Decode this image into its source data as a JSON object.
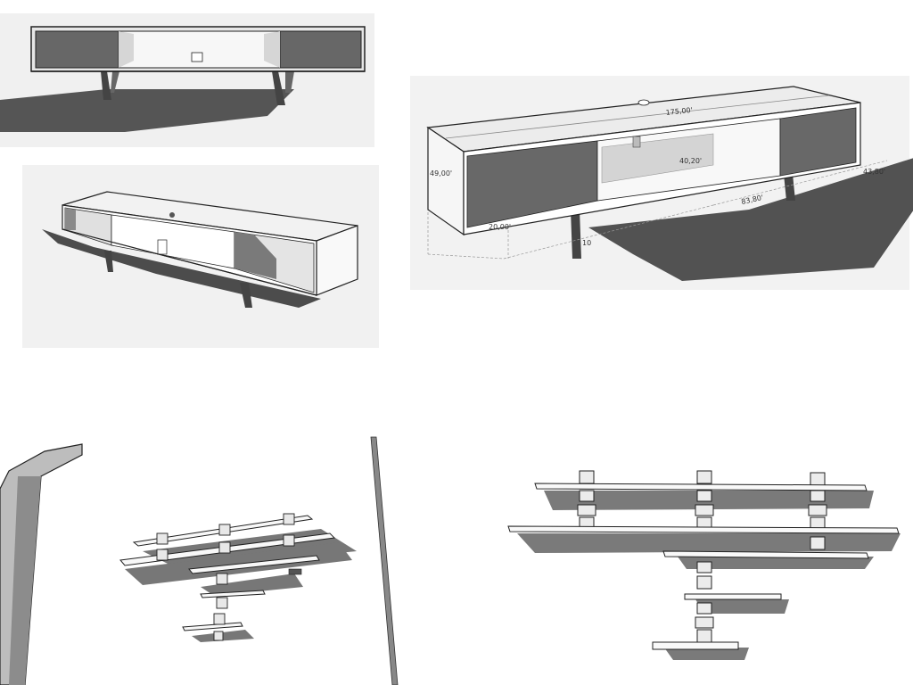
{
  "colors": {
    "background": "#ffffff",
    "surface": "#eeeeee",
    "panel_dark": "#666666",
    "shadow": "#545454",
    "outline": "#222222",
    "light_face": "#f4f4f4"
  },
  "views": {
    "front": {
      "name": "tv-console-front-view"
    },
    "angled": {
      "name": "tv-console-angled-view"
    },
    "dimensioned": {
      "name": "tv-console-dimensioned-view"
    },
    "shelf_angled": {
      "name": "wall-shelf-angled-view"
    },
    "shelf_front": {
      "name": "wall-shelf-front-view"
    }
  },
  "dimensions": {
    "length": "175,00'",
    "height": "49,00'",
    "inner_width": "40,20'",
    "depth": "43,80'",
    "leg_span": "83,80'",
    "leg_height": "20,00'",
    "leg_label_fragment": "10"
  }
}
